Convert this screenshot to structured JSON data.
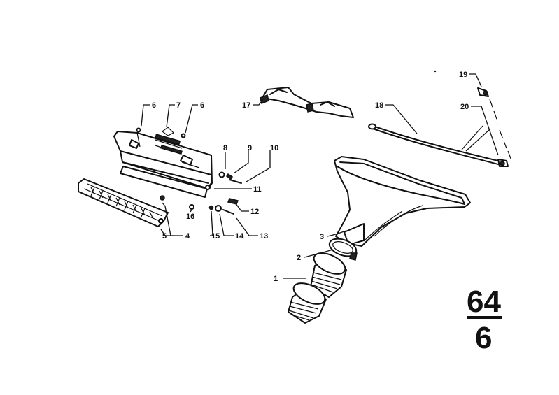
{
  "callouts": [
    {
      "n": "1"
    },
    {
      "n": "2"
    },
    {
      "n": "3"
    },
    {
      "n": "4"
    },
    {
      "n": "5"
    },
    {
      "n": "6"
    },
    {
      "n": "6"
    },
    {
      "n": "7"
    },
    {
      "n": "8"
    },
    {
      "n": "9"
    },
    {
      "n": "10"
    },
    {
      "n": "11"
    },
    {
      "n": "12"
    },
    {
      "n": "13"
    },
    {
      "n": "14"
    },
    {
      "n": "15"
    },
    {
      "n": "16"
    },
    {
      "n": "17"
    },
    {
      "n": "18"
    },
    {
      "n": "19"
    },
    {
      "n": "20"
    }
  ],
  "group": {
    "main": "64",
    "sub": "6"
  }
}
